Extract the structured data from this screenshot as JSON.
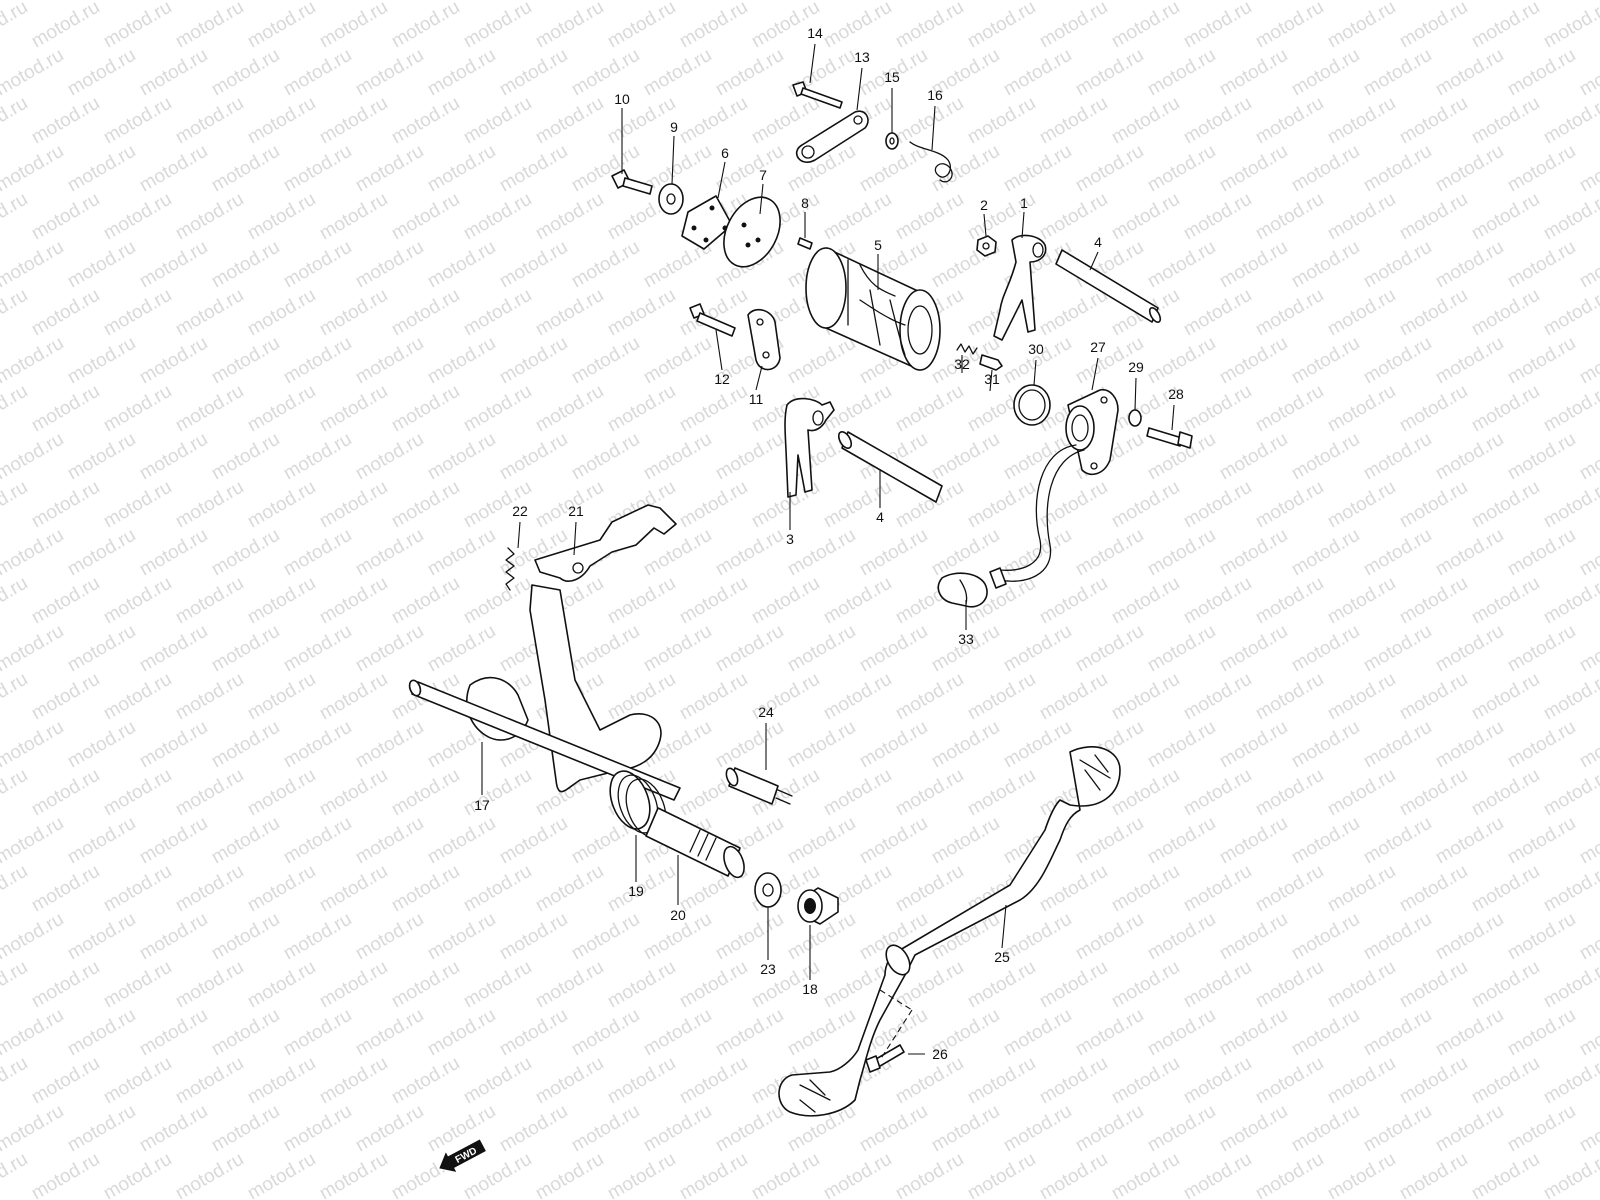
{
  "watermark": "motod.ru",
  "direction_arrow": "FWD",
  "callouts": [
    "1",
    "2",
    "3",
    "4",
    "4",
    "5",
    "6",
    "7",
    "8",
    "9",
    "10",
    "11",
    "12",
    "13",
    "14",
    "15",
    "16",
    "17",
    "18",
    "19",
    "20",
    "21",
    "22",
    "23",
    "24",
    "25",
    "26",
    "27",
    "28",
    "29",
    "30",
    "31",
    "32",
    "33"
  ]
}
